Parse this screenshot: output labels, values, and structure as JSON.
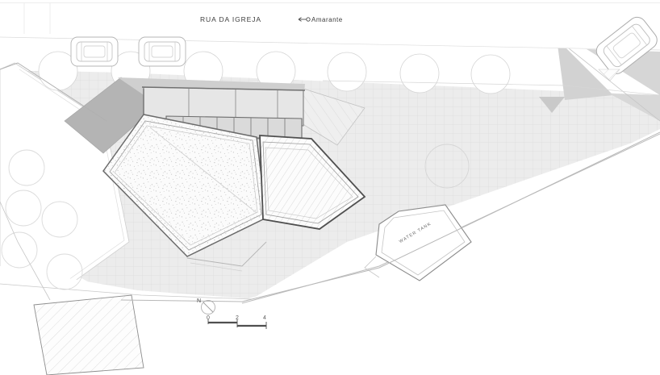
{
  "drawing": {
    "type": "architectural-site-plan",
    "title_visible": false
  },
  "labels": {
    "street": "RUA DA IGREJA",
    "direction": "Amarante",
    "direction_marker": "arrow-circle-icon",
    "water_tank": "WATER TANK",
    "north_letter": "N",
    "north_marker": "compass-icon"
  },
  "scale_bar": {
    "ticks": [
      "0",
      "2",
      "4"
    ],
    "unit_implied": "meters"
  },
  "colors": {
    "paper": "#ffffff",
    "line_light": "#c9c9c9",
    "line_mid": "#9a9a9a",
    "line_dark": "#4d4d4d",
    "ground_grid": "#dedede",
    "ground_fill": "#ededed",
    "slope_gray": "#d2d2d2",
    "roof_gray": "#b9b9b9",
    "roof_dark": "#a8a8a8",
    "glass_gray": "#dcdcdc",
    "stipple": "#e9e9e9",
    "text": "#4a4a4a"
  },
  "elements": {
    "cars": [
      {
        "name": "car-top-left-1"
      },
      {
        "name": "car-top-left-2"
      },
      {
        "name": "car-top-right-rotated"
      }
    ],
    "street_trees_count": 7,
    "plot_trees_count": 6,
    "areas": [
      {
        "name": "stippled-terrace"
      },
      {
        "name": "hatched-deck"
      },
      {
        "name": "building-roof"
      },
      {
        "name": "glazed-facade"
      },
      {
        "name": "water-tank-polygon"
      },
      {
        "name": "neighbour-hatched-building"
      }
    ]
  }
}
